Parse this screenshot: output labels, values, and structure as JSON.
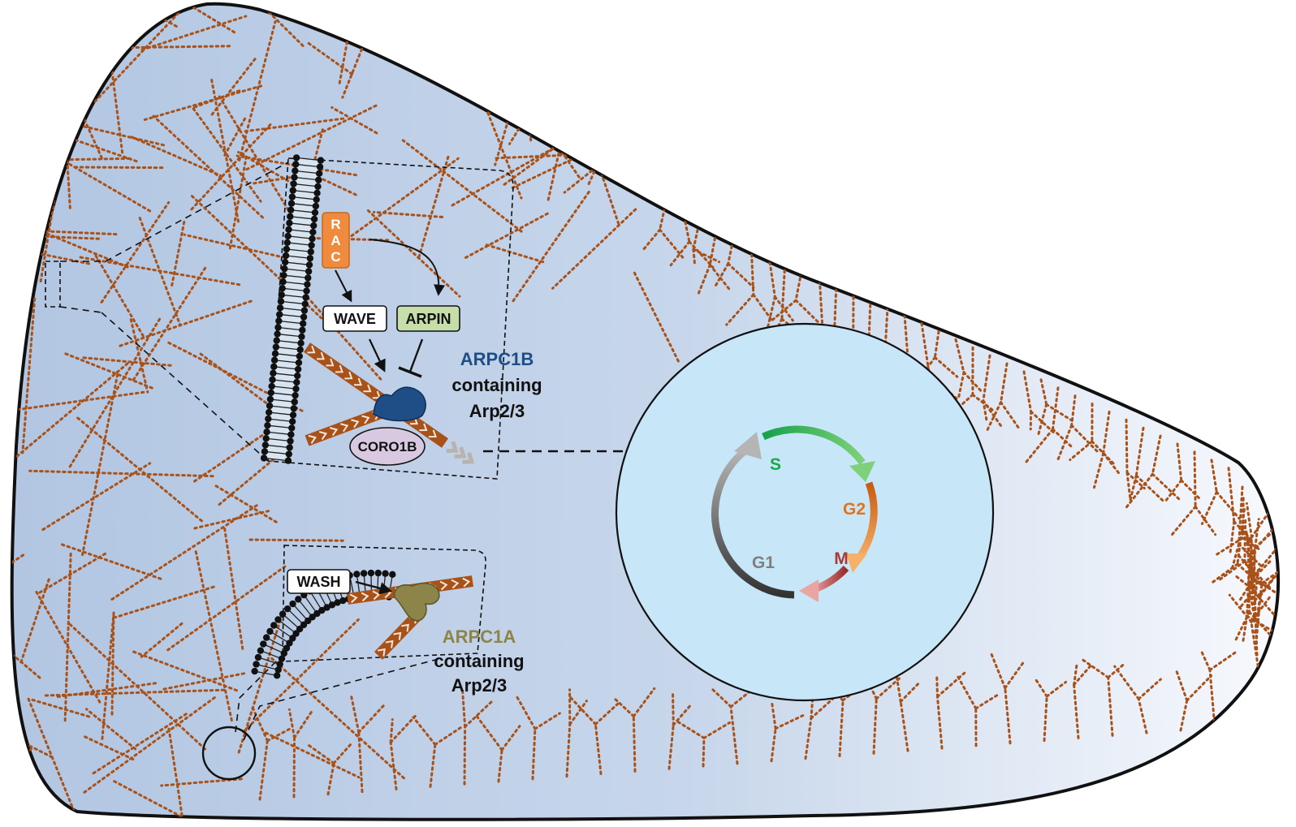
{
  "colors": {
    "cell_left": "#b2c6e2",
    "cell_right": "#f7f9fd",
    "nucleus": "#c7e6f7",
    "actin": "#a8521a",
    "rac": "#f08a3c",
    "arpin": "#c6deaa",
    "arpc1b": "#1f4e86",
    "arpc1a": "#8c8448",
    "coro1b": "#d8c8e0",
    "phase_s": "#1aa84a",
    "phase_g2": "#e0731c",
    "phase_m": "#a93a35",
    "phase_g1": "#7f7f7f"
  },
  "labels": {
    "rac": "RAC",
    "wave": "WAVE",
    "arpin": "ARPIN",
    "coro1b": "CORO1B",
    "wash": "WASH",
    "arpc1b_name": "ARPC1B",
    "arpc1b_line2": "containing",
    "arpc1b_line3": "Arp2/3",
    "arpc1a_name": "ARPC1A",
    "arpc1a_line2": "containing",
    "arpc1a_line3": "Arp2/3"
  },
  "cell_cycle": {
    "phases": [
      {
        "name": "S",
        "color": "#1aa84a"
      },
      {
        "name": "G2",
        "color": "#e0731c"
      },
      {
        "name": "M",
        "color": "#a93a35"
      },
      {
        "name": "G1",
        "color": "#7f7f7f"
      }
    ]
  }
}
